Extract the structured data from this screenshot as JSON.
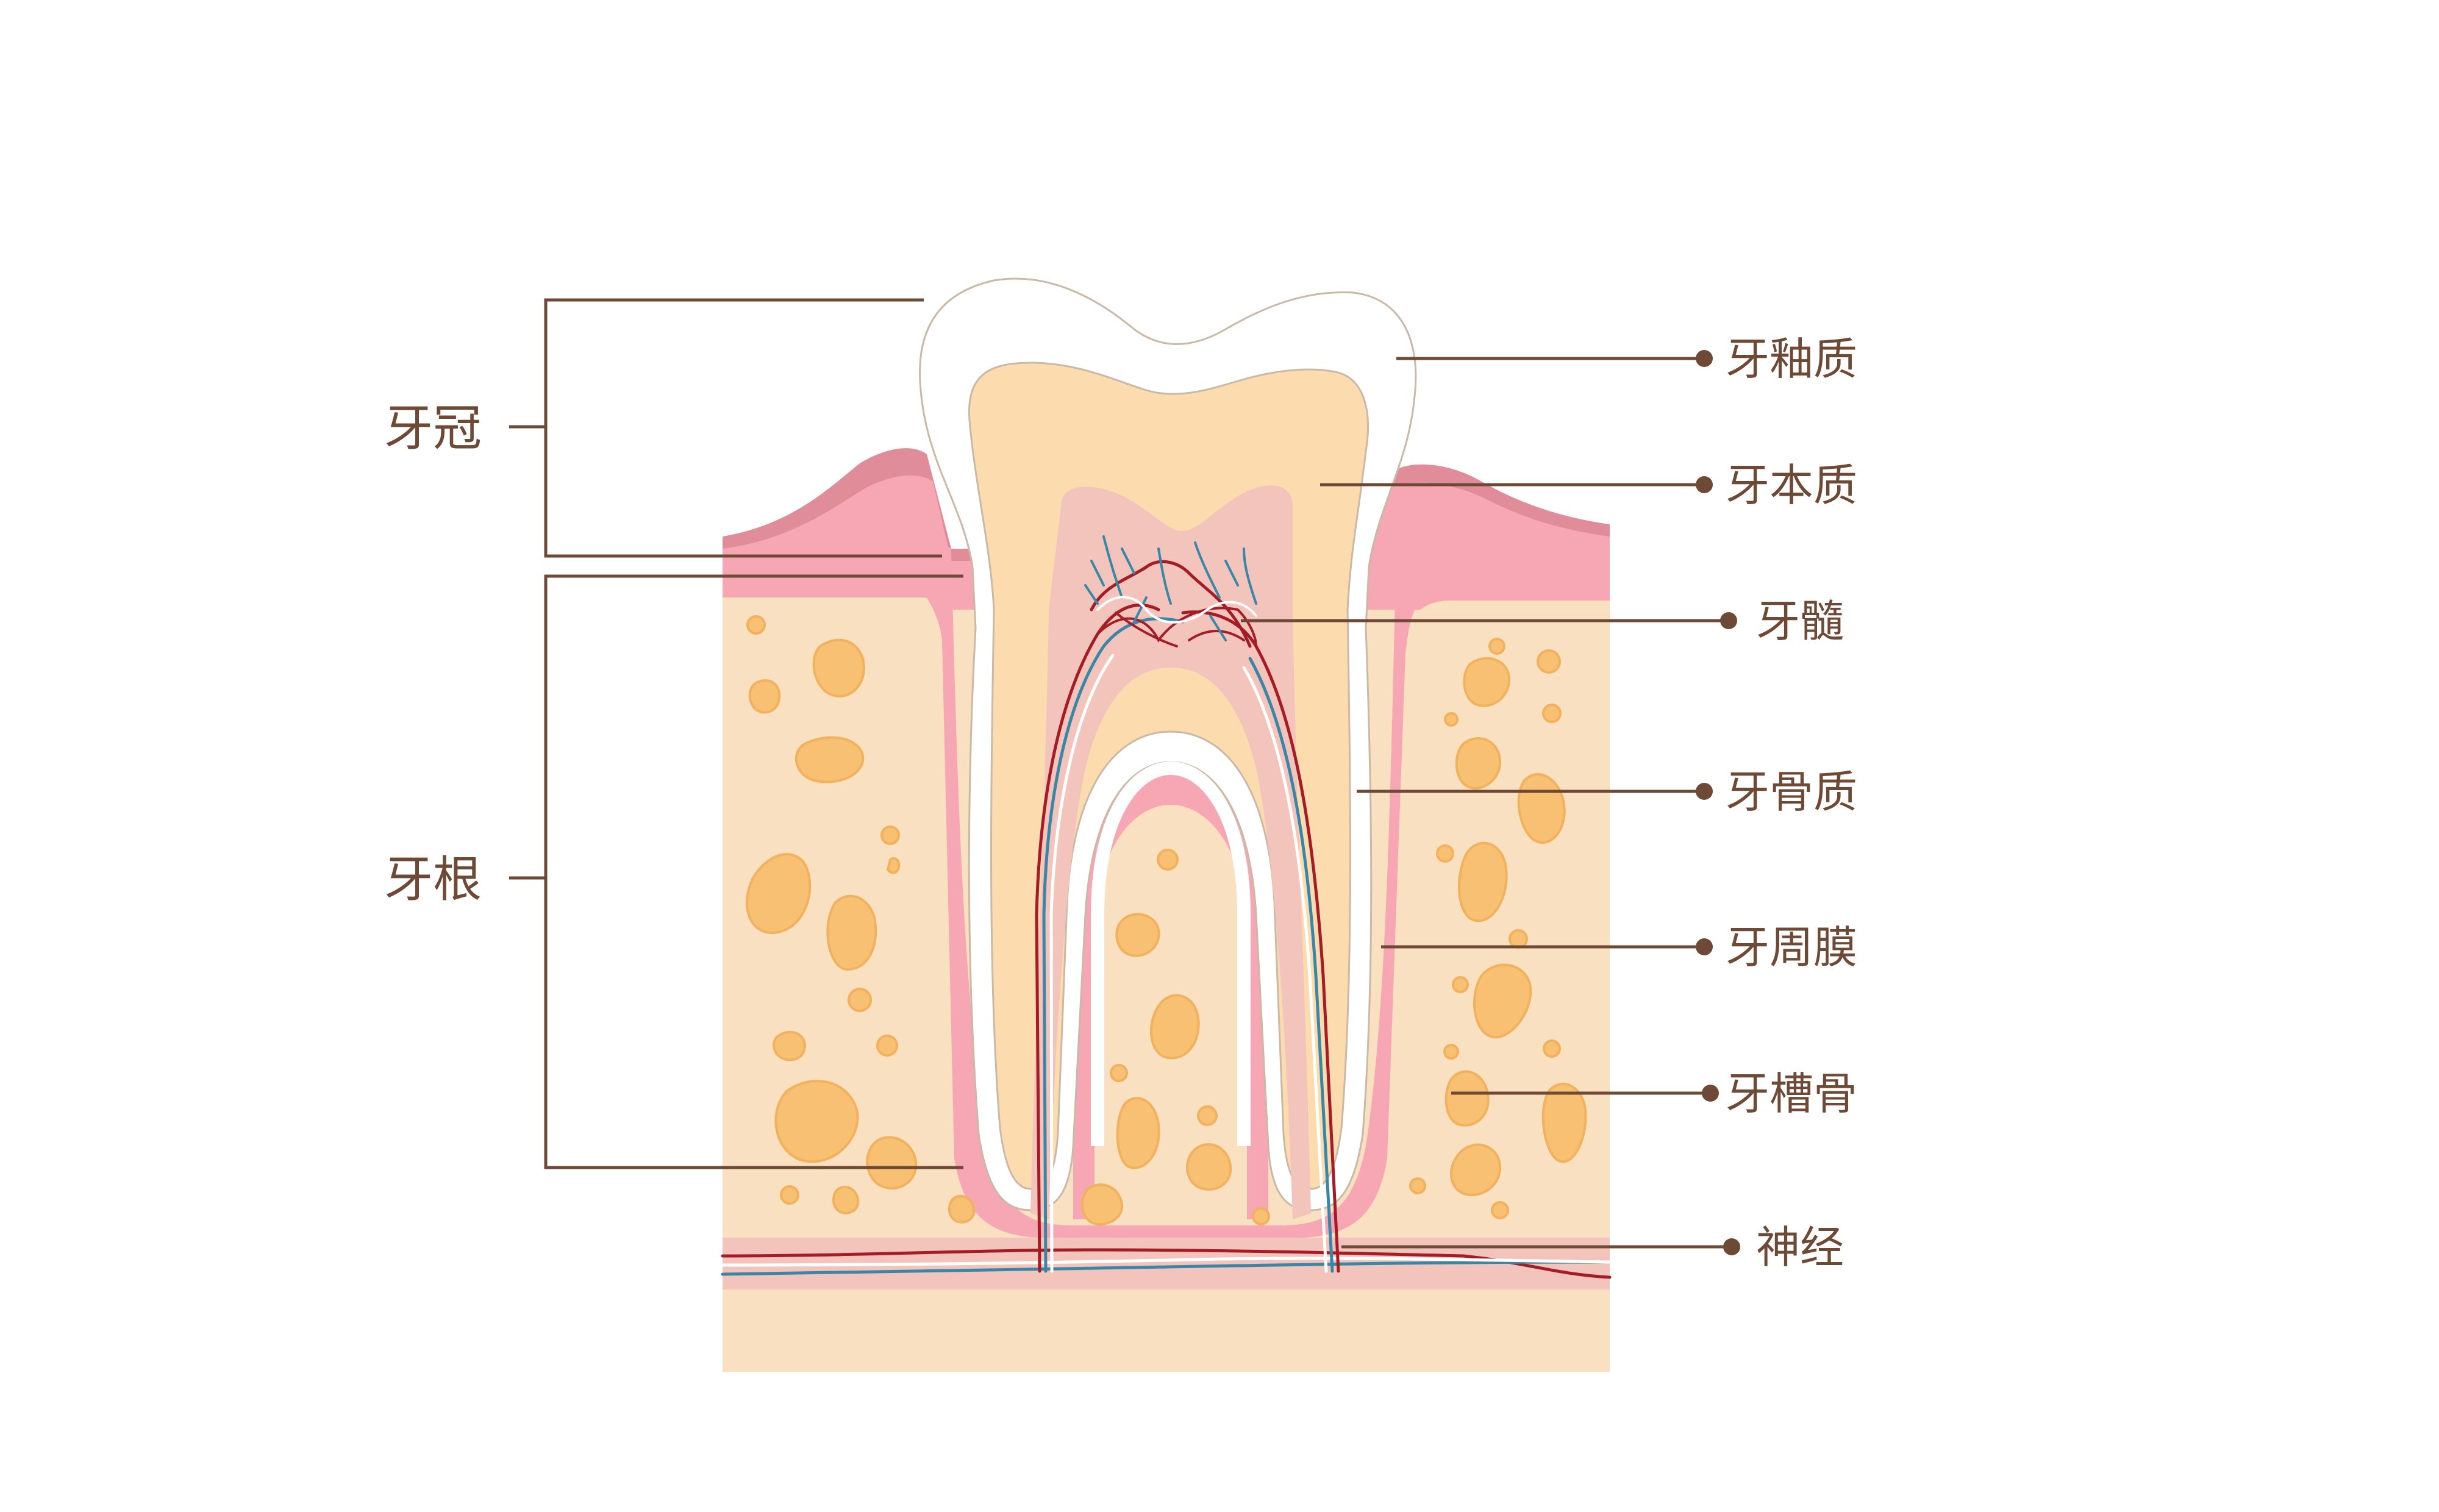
{
  "diagram": {
    "groups": {
      "crown": "牙冠",
      "root": "牙根"
    },
    "labels": {
      "enamel": "牙釉质",
      "dentin": "牙本质",
      "pulp": "牙髓",
      "cementum": "牙骨质",
      "periodontal_ligament": "牙周膜",
      "alveolar_bone": "牙槽骨",
      "nerve": "神经"
    }
  },
  "colors": {
    "enamel": "#ffffff",
    "dentin": "#fcdcae",
    "pulp": "#f2c4bc",
    "gum": "#f7a6b4",
    "gum_top": "#e08c99",
    "bone": "#f9e0c0",
    "bone_spots": "#f7c073",
    "artery": "#a31c26",
    "vein": "#3a86a6",
    "label": "#6e4a36"
  }
}
